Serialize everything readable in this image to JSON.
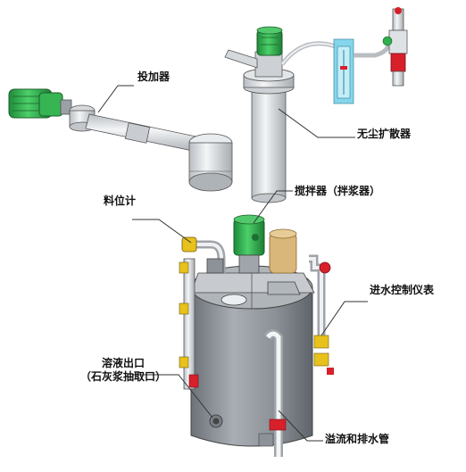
{
  "labels": {
    "feeder": "投加器",
    "dust_free_disperser": "无尘扩散器",
    "level_gauge": "料位计",
    "agitator": "搅拌器（拌浆器）",
    "inlet_control_meter": "进水控制仪表",
    "solution_outlet_line1": "溶液出口",
    "solution_outlet_line2": "（石灰浆抽取口）",
    "overflow_drain_pipe": "溢流和排水管"
  },
  "colors": {
    "tank_gray": "#8a8f95",
    "pipe_light": "#e4e7ea",
    "motor_green": "#2fae4c",
    "valve_red": "#d8202a",
    "valve_yellow": "#e8c21c",
    "leader_line": "#333333",
    "bag_tan": "#d9b77a"
  }
}
